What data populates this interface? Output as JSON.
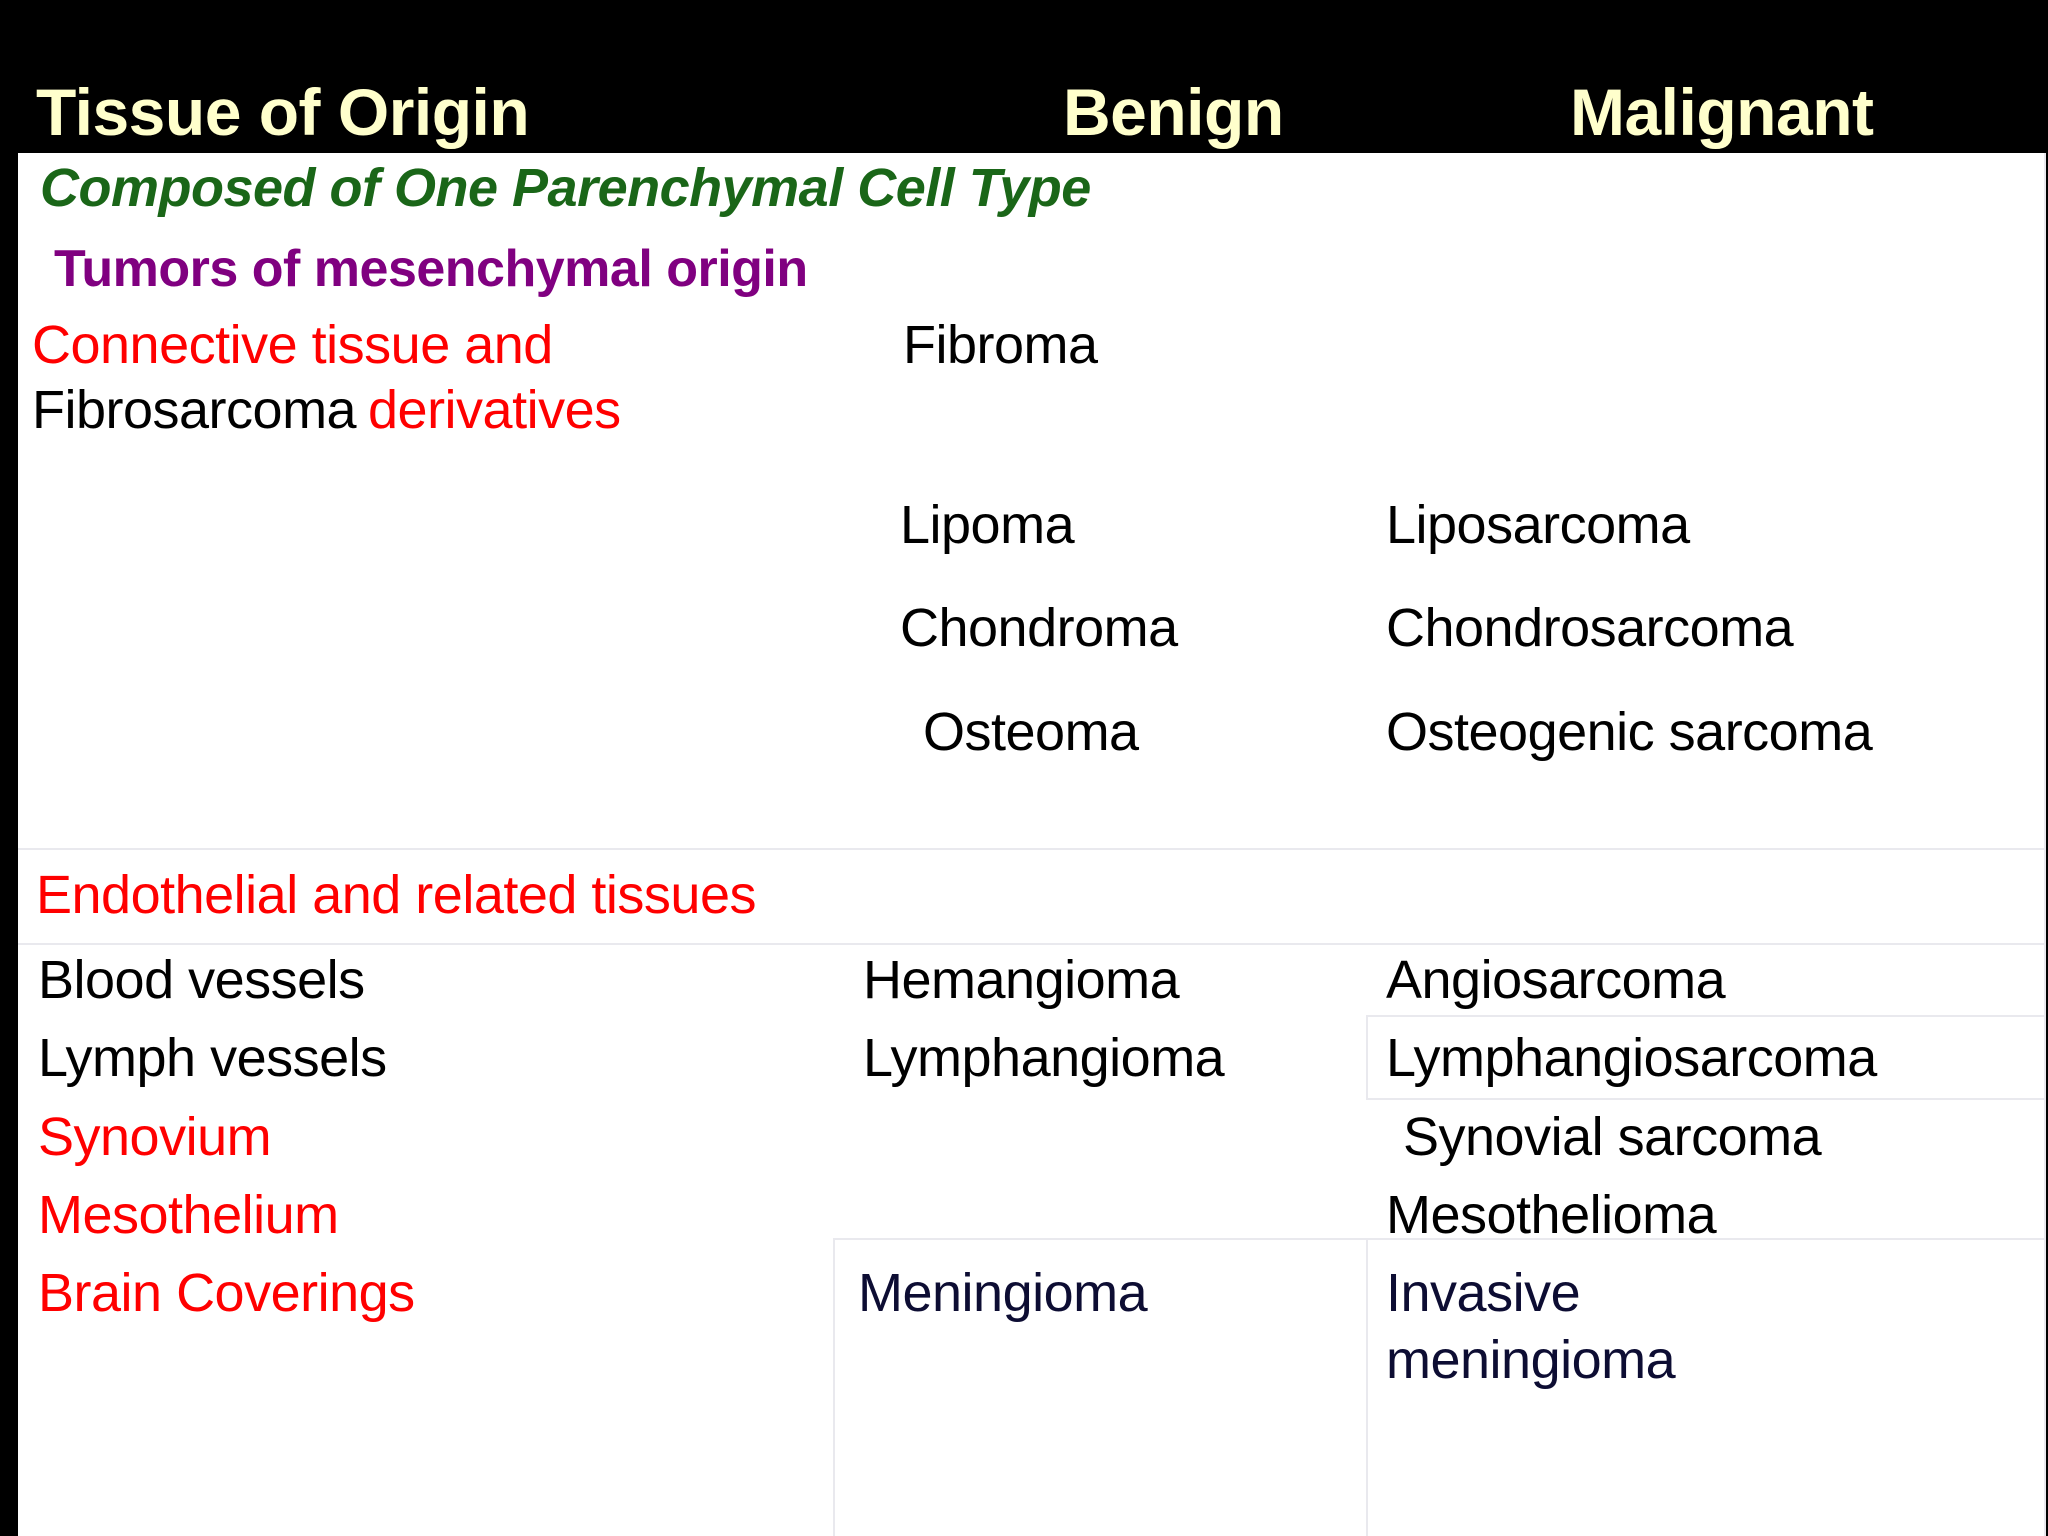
{
  "header": {
    "col_origin": "Tissue of Origin",
    "col_benign": "Benign",
    "col_malignant": "Malignant"
  },
  "sections": {
    "composed": "Composed of One Parenchymal Cell Type",
    "mesenchymal": "Tumors of mesenchymal origin",
    "endothelial": "Endothelial and related tissues"
  },
  "rows": {
    "connective": {
      "origin_line1": "Connective tissue and",
      "origin_line2a": "Fibrosarcoma",
      "origin_line2b": "derivatives",
      "benign": "Fibroma",
      "malignant": ""
    },
    "lipo": {
      "origin": "",
      "benign": "Lipoma",
      "malignant": "Liposarcoma"
    },
    "chondro": {
      "origin": "",
      "benign": "Chondroma",
      "malignant": "Chondrosarcoma"
    },
    "osteo": {
      "origin": "",
      "benign": "Osteoma",
      "malignant": "Osteogenic sarcoma"
    },
    "blood": {
      "origin": "Blood vessels",
      "benign": "Hemangioma",
      "malignant": "Angiosarcoma"
    },
    "lymph": {
      "origin": "Lymph vessels",
      "benign": "Lymphangioma",
      "malignant": "Lymphangiosarcoma"
    },
    "synovium": {
      "origin": "Synovium",
      "benign": "",
      "malignant": "Synovial sarcoma"
    },
    "mesothelium": {
      "origin": "Mesothelium",
      "benign": "",
      "malignant": "Mesothelioma"
    },
    "brain": {
      "origin": "Brain Coverings",
      "benign": "Meningioma",
      "malignant_line1": "Invasive",
      "malignant_line2": "meningioma"
    }
  },
  "colors": {
    "header_bg": "#000000",
    "header_text": "#ffffcc",
    "section_green": "#1a6618",
    "section_purple": "#800080",
    "accent_red": "#ff0000",
    "body_text": "#000000",
    "navy_text": "#0d0d33",
    "rule": "#e9e9ee"
  }
}
